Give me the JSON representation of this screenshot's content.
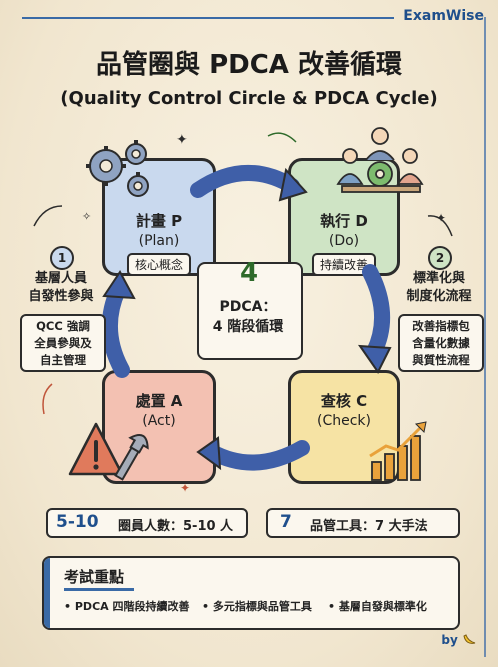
{
  "brand": "ExamWise",
  "title": "品管圈與 PDCA 改善循環",
  "subtitle": "(Quality Control Circle & PDCA Cycle)",
  "quadrants": {
    "plan": {
      "label": "計畫 P",
      "sub": "(Plan)",
      "tag": "核心概念",
      "color": "#c9d9ee"
    },
    "do": {
      "label": "執行 D",
      "sub": "(Do)",
      "tag": "持續改善",
      "color": "#cfe4c5"
    },
    "check": {
      "label": "查核 C",
      "sub": "(Check)",
      "color": "#f6e3a4"
    },
    "act": {
      "label": "處置 A",
      "sub": "(Act)",
      "color": "#f3c1b2"
    }
  },
  "center": {
    "number": "4",
    "line1": "PDCA：",
    "line2": "4 階段循環"
  },
  "left_note": {
    "number": "1",
    "line1": "基層人員",
    "line2": "自發性參與",
    "box": [
      "QCC 強調",
      "全員參與及",
      "自主管理"
    ]
  },
  "right_note": {
    "number": "2",
    "line1": "標準化與",
    "line2": "制度化流程",
    "box": [
      "改善指標包",
      "含量化數據",
      "與質性流程"
    ]
  },
  "stats": [
    {
      "number": "5-10",
      "label": "圈員人數：5-10 人"
    },
    {
      "number": "7",
      "label": "品管工具：7 大手法"
    }
  ],
  "exam": {
    "title": "考試重點",
    "items": [
      "PDCA 四階段持續改善",
      "多元指標與品管工具",
      "基層自發與標準化"
    ]
  },
  "byline": "by",
  "colors": {
    "accent_blue": "#1f4f8c",
    "arrow_blue": "#3f5fa8",
    "green_num": "#2e6a2a"
  },
  "icons": [
    "gears-icon",
    "team-meeting-icon",
    "warning-wrench-icon",
    "growth-chart-icon",
    "banana-icon"
  ]
}
